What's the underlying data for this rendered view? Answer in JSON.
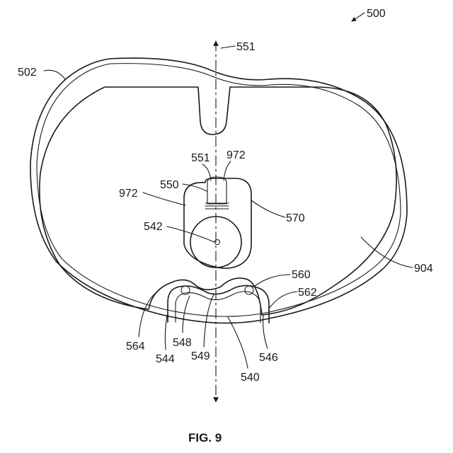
{
  "figure": {
    "caption": "FIG. 9"
  },
  "labels": {
    "l500": "500",
    "l551top": "551",
    "l502": "502",
    "l551": "551",
    "l972a": "972",
    "l550": "550",
    "l972b": "972",
    "l570": "570",
    "l542": "542",
    "l904": "904",
    "l560": "560",
    "l562": "562",
    "l564": "564",
    "l548": "548",
    "l544": "544",
    "l549": "549",
    "l546": "546",
    "l540": "540"
  }
}
